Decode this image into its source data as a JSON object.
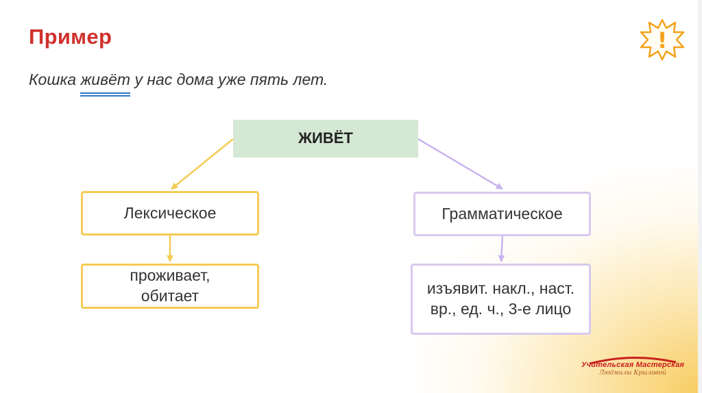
{
  "slide": {
    "title": "Пример",
    "sentence_before": "Кошка ",
    "sentence_predicate": "живёт",
    "sentence_after": " у нас дома уже пять лет."
  },
  "diagram": {
    "root": "ЖИВЁТ",
    "left_category": "Лексическое",
    "left_value": "проживает, обитает",
    "right_category": "Грамматическое",
    "right_value": "изъявит. накл., наст. вр., ед. ч., 3-е лицо"
  },
  "icon": {
    "name": "exclamation-warning-icon",
    "color": "#f4a21b",
    "mark": "!"
  },
  "logo": {
    "line1": "Учительская Мастерская",
    "line2": "Людмилы Крыловой"
  },
  "colors": {
    "title": "#d0312d",
    "root_fill": "#d5e8d4",
    "left_branch": "#f4cb53",
    "right_branch": "#c9b3ef",
    "underline": "#2e74c9"
  }
}
